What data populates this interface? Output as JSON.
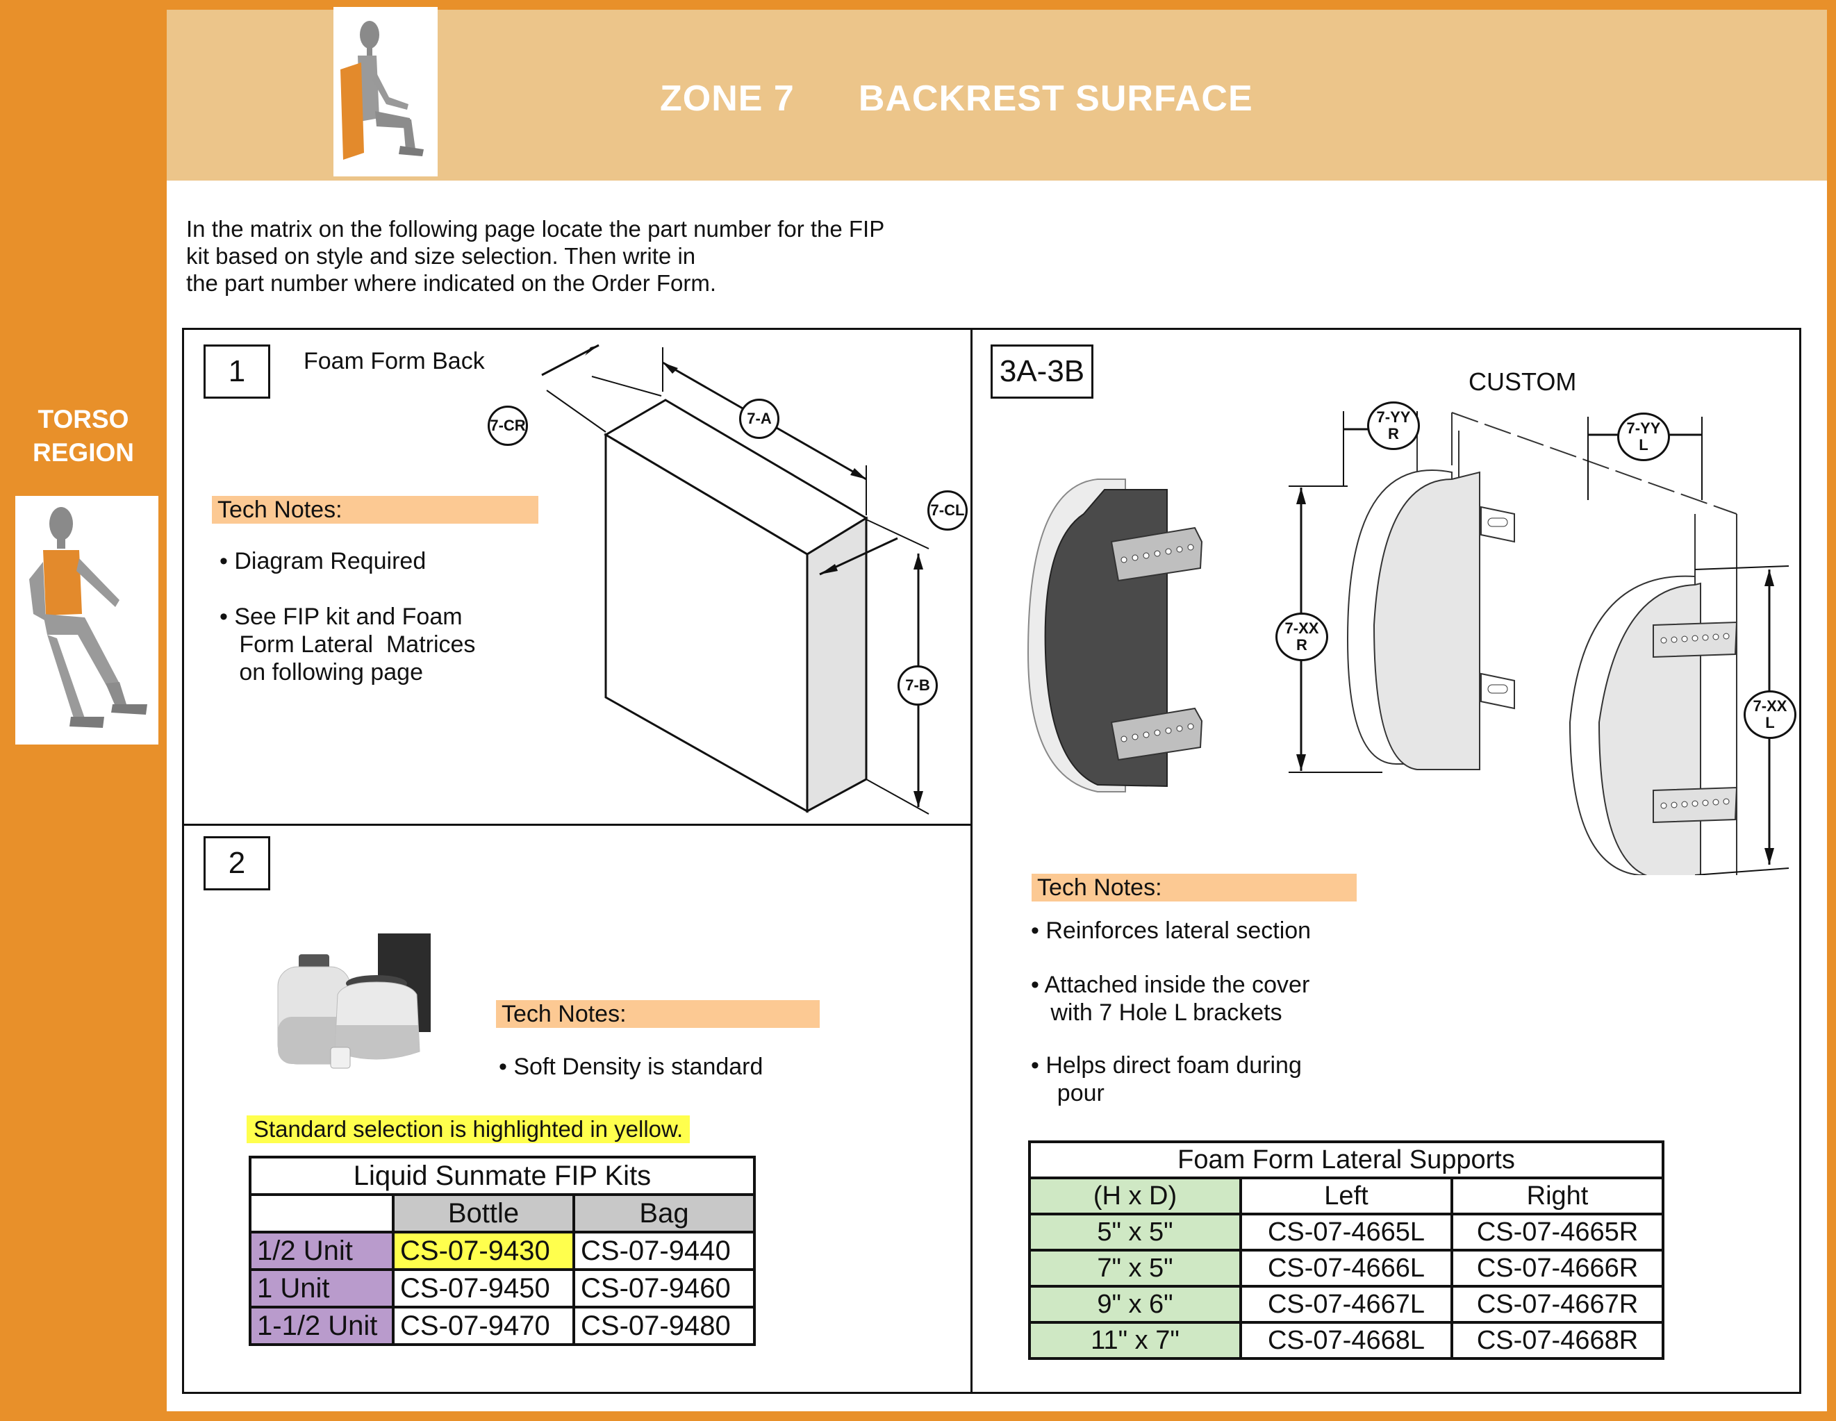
{
  "header": {
    "zone": "ZONE 7",
    "title": "BACKREST SURFACE"
  },
  "sidebar": {
    "region_label_line1": "TORSO",
    "region_label_line2": "REGION"
  },
  "intro": {
    "text": "In the matrix on the following page locate the part number for the FIP\nkit based on style and size selection. Then write in\nthe part number where indicated on the Order Form."
  },
  "panel1": {
    "number": "1",
    "title": "Foam Form Back",
    "tech_notes_label": "Tech Notes:",
    "notes": [
      "• Diagram Required",
      "• See FIP kit and Foam\n   Form Lateral  Matrices\n   on following page"
    ],
    "callouts": {
      "cr": "7-CR",
      "a": "7-A",
      "cl": "7-CL",
      "b": "7-B"
    }
  },
  "panel2": {
    "number": "2",
    "tech_notes_label": "Tech Notes:",
    "notes": [
      "• Soft Density is standard"
    ],
    "standard_note": "Standard selection is highlighted in yellow.",
    "kits_table": {
      "title": "Liquid Sunmate FIP Kits",
      "col_bottle": "Bottle",
      "col_bag": "Bag",
      "rows": [
        {
          "unit": "1/2 Unit",
          "bottle": "CS-07-9430",
          "bag": "CS-07-9440",
          "highlight_bottle": true
        },
        {
          "unit": "1 Unit",
          "bottle": "CS-07-9450",
          "bag": "CS-07-9460"
        },
        {
          "unit": "1-1/2 Unit",
          "bottle": "CS-07-9470",
          "bag": "CS-07-9480"
        }
      ]
    }
  },
  "panel3": {
    "number": "3A-3B",
    "custom_label": "CUSTOM",
    "callouts": {
      "yyr_1": "7-YY",
      "yyr_2": "R",
      "yyl_1": "7-YY",
      "yyl_2": "L",
      "xxr_1": "7-XX",
      "xxr_2": "R",
      "xxl_1": "7-XX",
      "xxl_2": "L"
    },
    "tech_notes_label": "Tech Notes:",
    "notes": [
      "• Reinforces lateral section",
      "• Attached inside the cover\n   with 7 Hole L brackets",
      "• Helps direct foam during\n    pour"
    ],
    "lateral_table": {
      "title": "Foam Form Lateral Supports",
      "col_size": "(H x D)",
      "col_left": "Left",
      "col_right": "Right",
      "rows": [
        {
          "size": "5\" x 5\"",
          "left": "CS-07-4665L",
          "right": "CS-07-4665R"
        },
        {
          "size": "7\" x 5\"",
          "left": "CS-07-4666L",
          "right": "CS-07-4666R"
        },
        {
          "size": "9\" x 6\"",
          "left": "CS-07-4667L",
          "right": "CS-07-4667R"
        },
        {
          "size": "11\" x 7\"",
          "left": "CS-07-4668L",
          "right": "CS-07-4668R"
        }
      ]
    }
  },
  "colors": {
    "sidebar_orange": "#e8902a",
    "header_tan": "#ecc58a",
    "note_peach": "#fcc993",
    "highlight_yellow": "#ffff4d",
    "unit_purple": "#b99bcc",
    "header_gray": "#c8c8c8",
    "size_green": "#cfe8c4"
  }
}
